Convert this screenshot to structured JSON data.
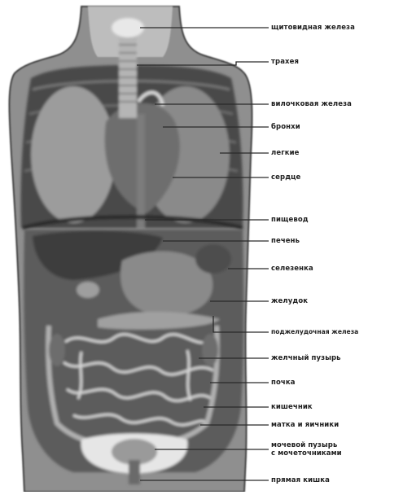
{
  "diagram": {
    "labels": [
      {
        "id": "thyroid",
        "text": "щитовидная железа"
      },
      {
        "id": "trachea",
        "text": "трахея"
      },
      {
        "id": "thymus",
        "text": "вилочковая железа"
      },
      {
        "id": "bronchi",
        "text": "бронхи"
      },
      {
        "id": "lungs",
        "text": "легкие"
      },
      {
        "id": "heart",
        "text": "сердце"
      },
      {
        "id": "esophagus",
        "text": "пищевод"
      },
      {
        "id": "liver",
        "text": "печень"
      },
      {
        "id": "spleen",
        "text": "селезенка"
      },
      {
        "id": "stomach",
        "text": "желудок"
      },
      {
        "id": "pancreas",
        "text": "поджелудочная железа"
      },
      {
        "id": "gallbladder",
        "text": "желчный пузырь"
      },
      {
        "id": "kidney",
        "text": "почка"
      },
      {
        "id": "intestine",
        "text": "кишечник"
      },
      {
        "id": "ovaries",
        "text": "матка и яичники"
      },
      {
        "id": "bladder",
        "text": "мочевой пузырь\nс мочеточниками"
      },
      {
        "id": "rectum",
        "text": "прямая кишка"
      }
    ]
  }
}
